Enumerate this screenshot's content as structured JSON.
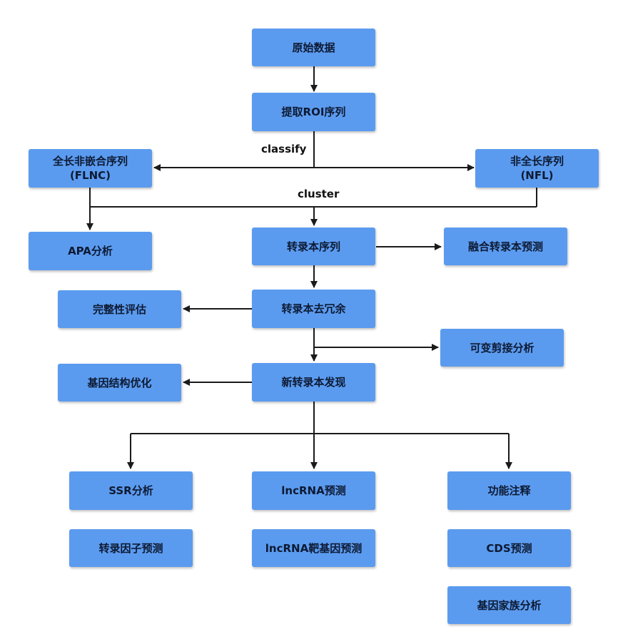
{
  "nodes": {
    "raw_data": "原始数据",
    "extract_roi": "提取ROI序列",
    "flnc_line1": "全长非嵌合序列",
    "flnc_line2": "(FLNC)",
    "nfl_line1": "非全长序列",
    "nfl_line2": "(NFL)",
    "apa": "APA分析",
    "transcript_seq": "转录本序列",
    "fusion": "融合转录本预测",
    "completeness": "完整性评估",
    "dedup": "转录本去冗余",
    "alt_splicing": "可变剪接分析",
    "gene_structure": "基因结构优化",
    "new_transcript": "新转录本发现",
    "ssr": "SSR分析",
    "lncrna": "lncRNA预测",
    "func_annot": "功能注释",
    "tf_pred": "转录因子预测",
    "lncrna_target": "lncRNA靶基因预测",
    "cds": "CDS预测",
    "gene_family": "基因家族分析"
  },
  "edge_labels": {
    "classify": "classify",
    "cluster": "cluster"
  },
  "colors": {
    "node_fill": "#5b9bef",
    "edge": "#1a1a1a"
  }
}
